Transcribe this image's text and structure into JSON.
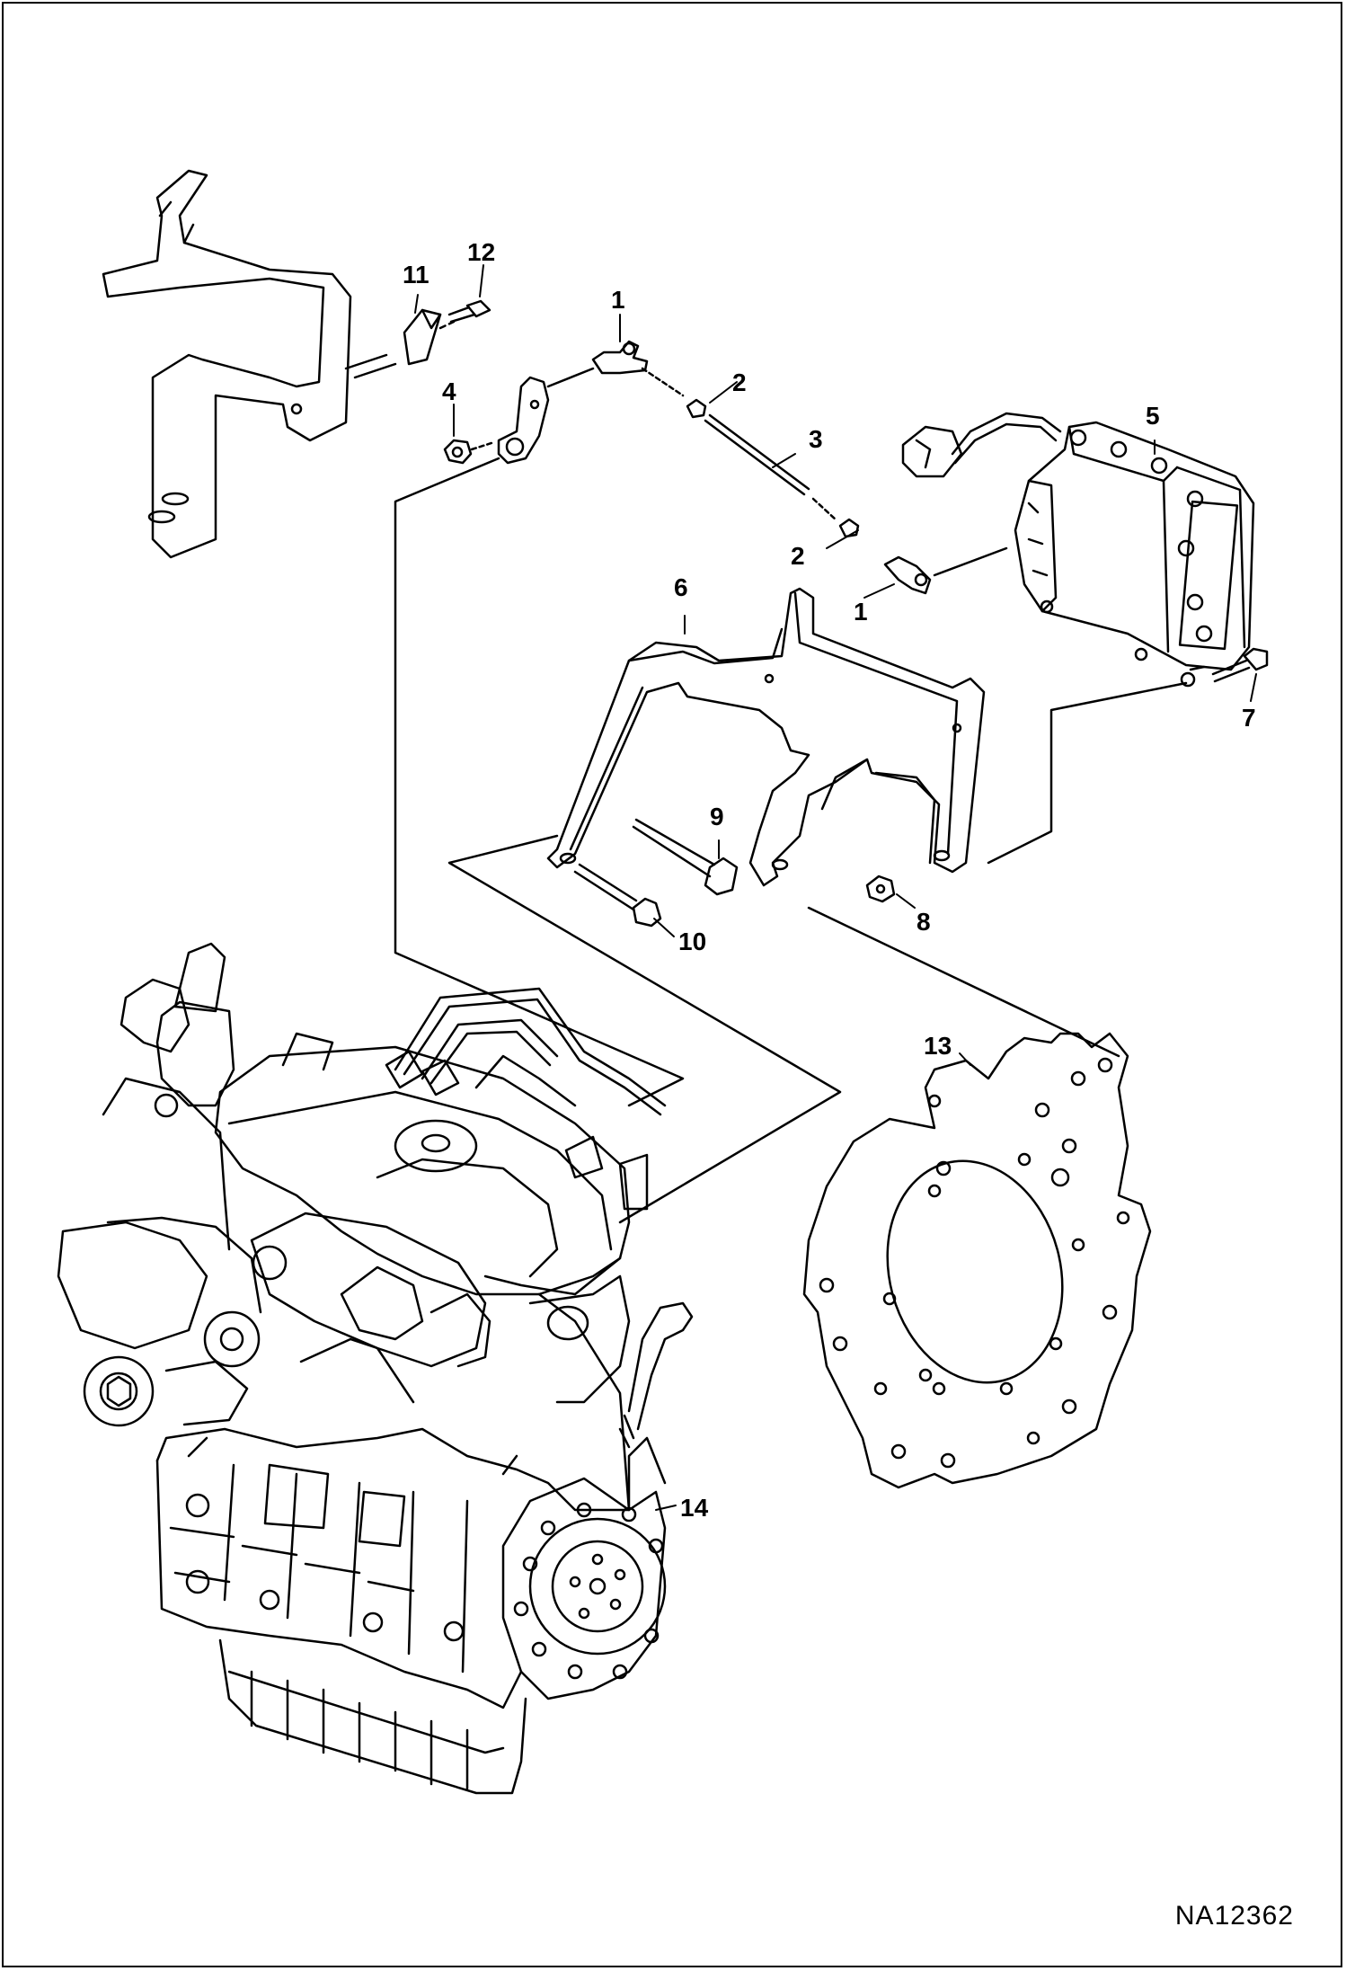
{
  "figure": {
    "reference_code": "NA12362",
    "callouts": [
      {
        "id": "c1a",
        "label": "1"
      },
      {
        "id": "c1b",
        "label": "1"
      },
      {
        "id": "c2a",
        "label": "2"
      },
      {
        "id": "c2b",
        "label": "2"
      },
      {
        "id": "c3",
        "label": "3"
      },
      {
        "id": "c4",
        "label": "4"
      },
      {
        "id": "c5",
        "label": "5"
      },
      {
        "id": "c6",
        "label": "6"
      },
      {
        "id": "c7",
        "label": "7"
      },
      {
        "id": "c8",
        "label": "8"
      },
      {
        "id": "c9",
        "label": "9"
      },
      {
        "id": "c10",
        "label": "10"
      },
      {
        "id": "c11",
        "label": "11"
      },
      {
        "id": "c12",
        "label": "12"
      },
      {
        "id": "c13",
        "label": "13"
      },
      {
        "id": "c14",
        "label": "14"
      }
    ]
  },
  "colors": {
    "line": "#000000",
    "background": "#ffffff"
  }
}
